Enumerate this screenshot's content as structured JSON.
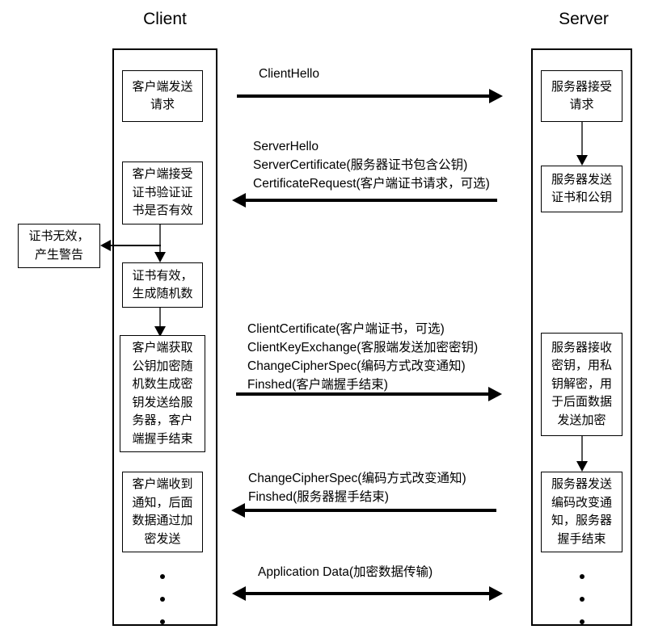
{
  "lanes": {
    "client_title": "Client",
    "server_title": "Server"
  },
  "client_nodes": [
    {
      "id": "client-send-request",
      "lines": [
        "客户端发送",
        "请求"
      ]
    },
    {
      "id": "client-verify-cert",
      "lines": [
        "客户端接受",
        "证书验证证",
        "书是否有效"
      ]
    },
    {
      "id": "client-cert-valid",
      "lines": [
        "证书有效，",
        "生成随机数"
      ]
    },
    {
      "id": "client-encrypt-key",
      "lines": [
        "客户端获取",
        "公钥加密随",
        "机数生成密",
        "钥发送给服",
        "务器，客户",
        "端握手结束"
      ]
    },
    {
      "id": "client-notified",
      "lines": [
        "客户端收到",
        "通知，后面",
        "数据通过加",
        "密发送"
      ]
    }
  ],
  "side_nodes": [
    {
      "id": "cert-invalid-alert",
      "lines": [
        "证书无效，",
        "产生警告"
      ]
    }
  ],
  "server_nodes": [
    {
      "id": "server-accept-request",
      "lines": [
        "服务器接受",
        "请求"
      ]
    },
    {
      "id": "server-send-cert",
      "lines": [
        "服务器发送",
        "证书和公钥"
      ]
    },
    {
      "id": "server-receive-key",
      "lines": [
        "服务器接收",
        "密钥，用私",
        "钥解密，用",
        "于后面数据",
        "发送加密"
      ]
    },
    {
      "id": "server-send-change",
      "lines": [
        "服务器发送",
        "编码改变通",
        "知，服务器",
        "握手结束"
      ]
    }
  ],
  "messages": [
    {
      "id": "client-hello",
      "direction": "right",
      "lines": [
        "ClientHello"
      ]
    },
    {
      "id": "server-hello",
      "direction": "left",
      "lines": [
        "ServerHello",
        "ServerCertificate(服务器证书包含公钥)",
        "CertificateRequest(客户端证书请求，可选)"
      ]
    },
    {
      "id": "client-key-exchange",
      "direction": "right",
      "lines": [
        "ClientCertificate(客户端证书，可选)",
        "ClientKeyExchange(客服端发送加密密钥)",
        "ChangeCipherSpec(编码方式改变通知)",
        "Finshed(客户端握手结束)"
      ]
    },
    {
      "id": "server-change-cipher",
      "direction": "left",
      "lines": [
        "ChangeCipherSpec(编码方式改变通知)",
        "Finshed(服务器握手结束)"
      ]
    },
    {
      "id": "application-data",
      "direction": "both",
      "lines": [
        "Application Data(加密数据传输)"
      ]
    }
  ],
  "colors": {
    "line": "#000000",
    "background": "#ffffff",
    "connector": "#555555"
  }
}
